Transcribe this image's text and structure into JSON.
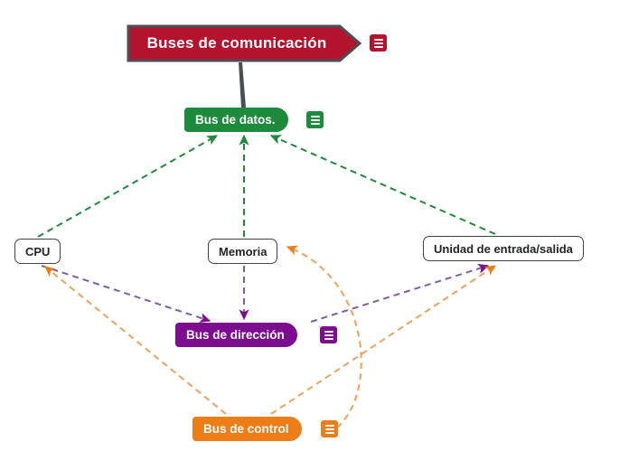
{
  "diagram": {
    "title": "Buses de comunicación",
    "background": "#ffffff",
    "type": "mind-map"
  },
  "colors": {
    "root_red": "#B5122E",
    "data_green": "#1E8A3C",
    "address_purple": "#7B0D8E",
    "control_orange": "#ED7D17",
    "box_border": "#3f4449",
    "connector_gray": "#4a4f55"
  },
  "nodes": {
    "root": {
      "label": "Buses de comunicación",
      "shape": "chevron",
      "color": "#B5122E"
    },
    "bus_datos": {
      "label": "Bus de datos.",
      "shape": "pill",
      "color": "#1E8A3C"
    },
    "bus_direccion": {
      "label": "Bus de dirección",
      "shape": "pill",
      "color": "#7B0D8E"
    },
    "bus_control": {
      "label": "Bus de control",
      "shape": "pill",
      "color": "#ED7D17"
    },
    "cpu": {
      "label": "CPU",
      "shape": "rounded-box",
      "color": "#ffffff"
    },
    "memoria": {
      "label": "Memoria",
      "shape": "rounded-box",
      "color": "#ffffff"
    },
    "unidad": {
      "label": "Unidad de entrada/salida",
      "shape": "rounded-box",
      "color": "#ffffff"
    }
  },
  "icons": {
    "root_note": "note-icon",
    "datos_note": "note-icon",
    "direccion_note": "note-icon",
    "control_note": "note-icon"
  },
  "edges": [
    {
      "from": "root",
      "to": "bus_datos",
      "style": "solid-tapered",
      "color": "#4a4f55",
      "arrow": false
    },
    {
      "from": "cpu",
      "to": "bus_datos",
      "style": "dashed",
      "color": "#1E8A3C",
      "arrow": true
    },
    {
      "from": "memoria",
      "to": "bus_datos",
      "style": "dashed",
      "color": "#1E8A3C",
      "arrow": true
    },
    {
      "from": "unidad",
      "to": "bus_datos",
      "style": "dashed",
      "color": "#1E8A3C",
      "arrow": true
    },
    {
      "from": "cpu",
      "to": "bus_direccion",
      "style": "dashed",
      "color": "#7B0D8E",
      "arrow": true
    },
    {
      "from": "memoria",
      "to": "bus_direccion",
      "style": "dashed",
      "color": "#7B0D8E",
      "arrow": true
    },
    {
      "from": "bus_direccion",
      "to": "unidad",
      "style": "dashed",
      "color": "#7B0D8E",
      "arrow": true
    },
    {
      "from": "bus_control",
      "to": "cpu",
      "style": "dashed",
      "color": "#ED7D17",
      "arrow": true
    },
    {
      "from": "bus_control",
      "to": "memoria",
      "style": "dashed-curved",
      "color": "#ED7D17",
      "arrow": true
    },
    {
      "from": "bus_control",
      "to": "unidad",
      "style": "dashed",
      "color": "#ED7D17",
      "arrow": true
    }
  ]
}
